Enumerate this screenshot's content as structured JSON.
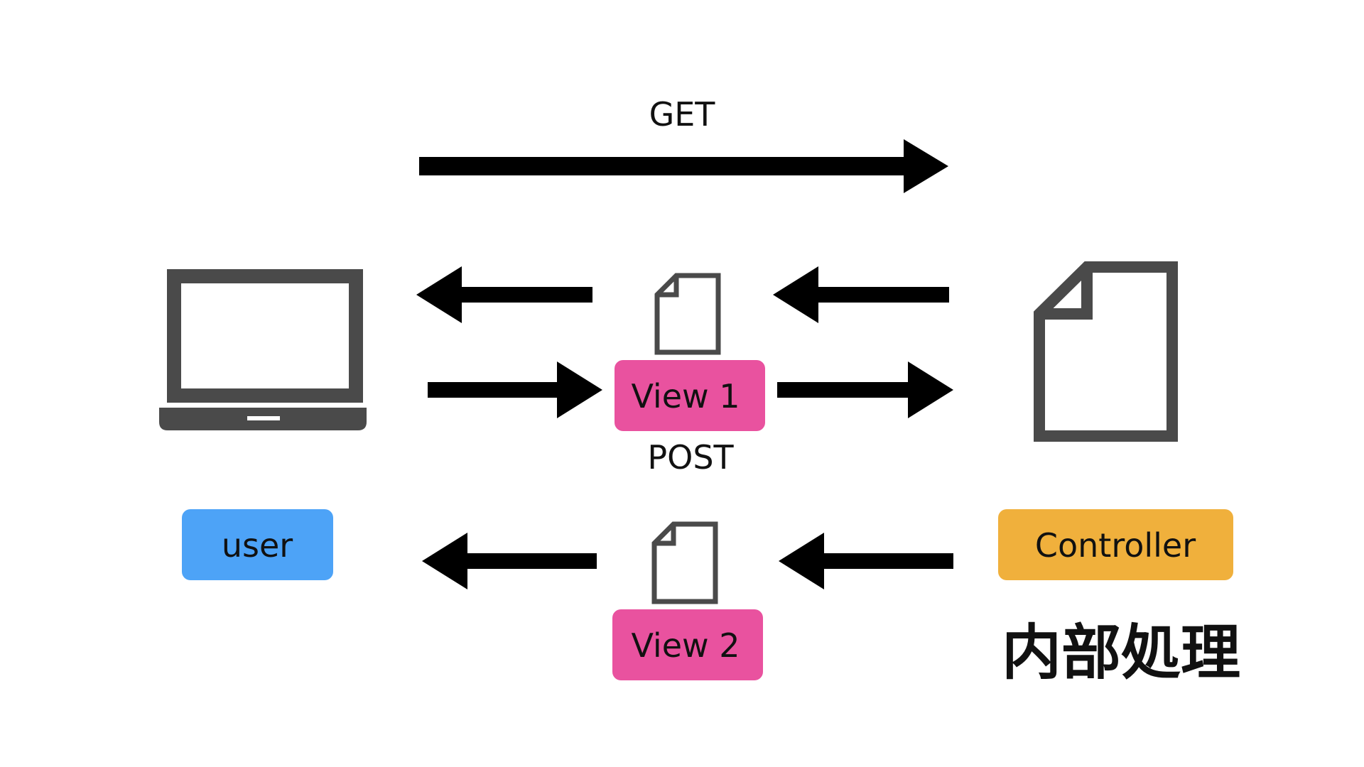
{
  "diagram": {
    "labels": {
      "get": "GET",
      "post": "POST",
      "internal_processing": "内部処理"
    },
    "nodes": {
      "user": {
        "label": "user",
        "color": "#4da3f7",
        "icon": "laptop-icon"
      },
      "controller": {
        "label": "Controller",
        "color": "#f0b03c",
        "icon": "document-icon"
      },
      "view1": {
        "label": "View 1",
        "color": "#e9529f",
        "icon": "document-icon"
      },
      "view2": {
        "label": "View 2",
        "color": "#e9529f",
        "icon": "document-icon"
      }
    },
    "colors": {
      "arrow": "#000000",
      "icon": "#4a4a4a"
    }
  }
}
